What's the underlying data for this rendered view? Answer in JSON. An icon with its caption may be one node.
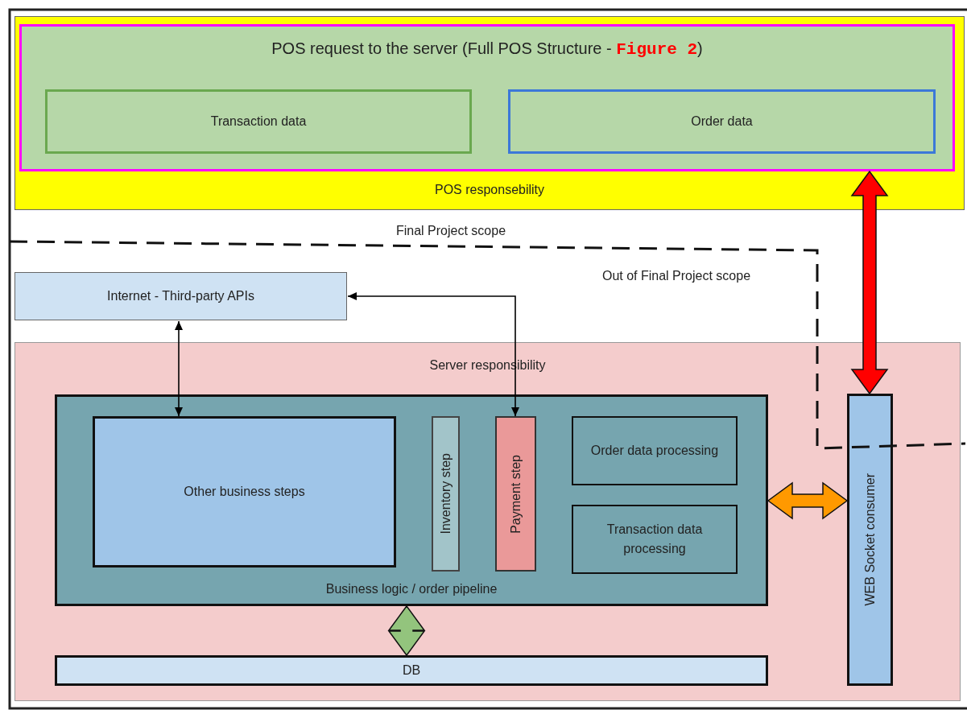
{
  "diagram": {
    "nodes": [
      {
        "text": [
          "POS responsebility"
        ]
      },
      {
        "text": [
          "POS request to the server (Full POS Structure - **Figure 2**)"
        ],
        "in": 0
      },
      {
        "text": [
          "Transaction data"
        ],
        "in": 1
      },
      {
        "text": [
          "Order data"
        ],
        "in": 1
      },
      {
        "text": [
          "Internet - Third-party APIs"
        ]
      },
      {
        "text": [
          "Server responsibility"
        ]
      },
      {
        "text": [
          "Business logic / order pipeline"
        ],
        "in": 5
      },
      {
        "text": [
          "Other business steps"
        ],
        "in": 6
      },
      {
        "text": [
          "Inventory step"
        ],
        "in": 6
      },
      {
        "text": [
          "Payment step"
        ],
        "in": 6
      },
      {
        "text": [
          "Order data processing"
        ],
        "in": 6
      },
      {
        "text": [
          "Transaction data processing"
        ],
        "in": 6
      },
      {
        "text": [
          "DB"
        ],
        "in": 5
      },
      {
        "text": [
          "WEB Socket consumer"
        ],
        "in": 5
      }
    ],
    "edges": [
      {
        "from": 7,
        "to": 4,
        "arrow": "both"
      },
      {
        "from": 9,
        "to": 4,
        "arrow": "both"
      },
      {
        "from": 1,
        "to": 13,
        "arrow": "both",
        "style": "thick",
        "color": "#ff0000"
      },
      {
        "from": 6,
        "to": 13,
        "arrow": "both",
        "style": "thick",
        "color": "#ff9900"
      },
      {
        "from": 6,
        "to": 12,
        "arrow": "both",
        "style": "thick",
        "color": "#93c47d"
      }
    ],
    "labels": [
      "Final Project scope",
      "Out of Final Project scope"
    ]
  }
}
